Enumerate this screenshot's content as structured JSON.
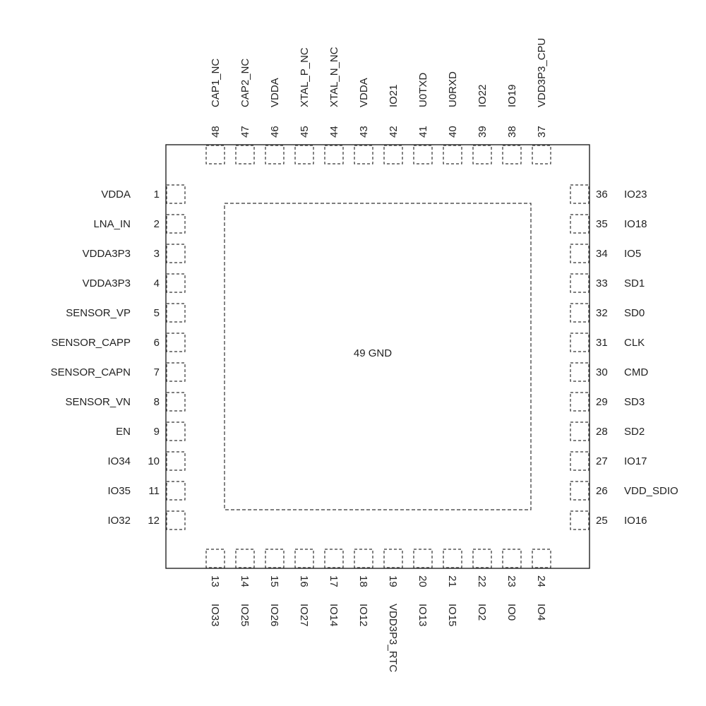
{
  "center_pad": {
    "number": "49",
    "name": "GND"
  },
  "pins": {
    "left": [
      {
        "number": "1",
        "name": "VDDA"
      },
      {
        "number": "2",
        "name": "LNA_IN"
      },
      {
        "number": "3",
        "name": "VDDA3P3"
      },
      {
        "number": "4",
        "name": "VDDA3P3"
      },
      {
        "number": "5",
        "name": "SENSOR_VP"
      },
      {
        "number": "6",
        "name": "SENSOR_CAPP"
      },
      {
        "number": "7",
        "name": "SENSOR_CAPN"
      },
      {
        "number": "8",
        "name": "SENSOR_VN"
      },
      {
        "number": "9",
        "name": "EN"
      },
      {
        "number": "10",
        "name": "IO34"
      },
      {
        "number": "11",
        "name": "IO35"
      },
      {
        "number": "12",
        "name": "IO32"
      }
    ],
    "bottom": [
      {
        "number": "13",
        "name": "IO33"
      },
      {
        "number": "14",
        "name": "IO25"
      },
      {
        "number": "15",
        "name": "IO26"
      },
      {
        "number": "16",
        "name": "IO27"
      },
      {
        "number": "17",
        "name": "IO14"
      },
      {
        "number": "18",
        "name": "IO12"
      },
      {
        "number": "19",
        "name": "VDD3P3_RTC"
      },
      {
        "number": "20",
        "name": "IO13"
      },
      {
        "number": "21",
        "name": "IO15"
      },
      {
        "number": "22",
        "name": "IO2"
      },
      {
        "number": "23",
        "name": "IO0"
      },
      {
        "number": "24",
        "name": "IO4"
      }
    ],
    "right": [
      {
        "number": "36",
        "name": "IO23"
      },
      {
        "number": "35",
        "name": "IO18"
      },
      {
        "number": "34",
        "name": "IO5"
      },
      {
        "number": "33",
        "name": "SD1"
      },
      {
        "number": "32",
        "name": "SD0"
      },
      {
        "number": "31",
        "name": "CLK"
      },
      {
        "number": "30",
        "name": "CMD"
      },
      {
        "number": "29",
        "name": "SD3"
      },
      {
        "number": "28",
        "name": "SD2"
      },
      {
        "number": "27",
        "name": "IO17"
      },
      {
        "number": "26",
        "name": "VDD_SDIO"
      },
      {
        "number": "25",
        "name": "IO16"
      }
    ],
    "top": [
      {
        "number": "48",
        "name": "CAP1_NC"
      },
      {
        "number": "47",
        "name": "CAP2_NC"
      },
      {
        "number": "46",
        "name": "VDDA"
      },
      {
        "number": "45",
        "name": "XTAL_P_NC"
      },
      {
        "number": "44",
        "name": "XTAL_N_NC"
      },
      {
        "number": "43",
        "name": "VDDA"
      },
      {
        "number": "42",
        "name": "IO21"
      },
      {
        "number": "41",
        "name": "U0TXD"
      },
      {
        "number": "40",
        "name": "U0RXD"
      },
      {
        "number": "39",
        "name": "IO22"
      },
      {
        "number": "38",
        "name": "IO19"
      },
      {
        "number": "37",
        "name": "VDD3P3_CPU"
      }
    ]
  }
}
